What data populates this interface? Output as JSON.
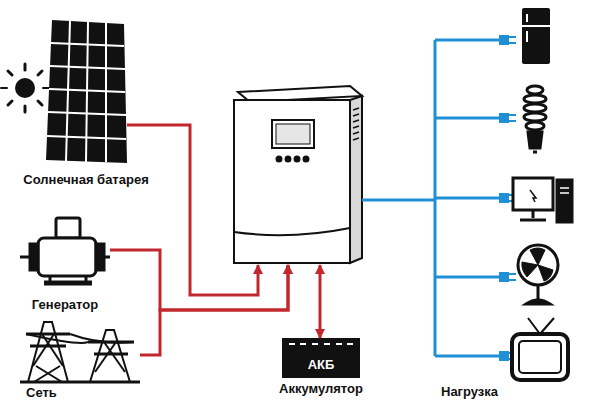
{
  "diagram": {
    "nodes": [
      {
        "text": [
          "Солнечная батарея"
        ]
      },
      {
        "text": [
          "Генератор"
        ]
      },
      {
        "text": [
          "Сеть"
        ]
      },
      {
        "text": []
      },
      {
        "text": [
          "АКБ",
          "Аккумулятор"
        ]
      },
      {
        "text": [
          "Нагрузка"
        ]
      }
    ],
    "edges": [
      {
        "from": 0,
        "to": 3,
        "arrow": "to"
      },
      {
        "from": 1,
        "to": 3,
        "arrow": "to"
      },
      {
        "from": 2,
        "to": 3,
        "arrow": "to"
      },
      {
        "from": 3,
        "to": 4,
        "arrow": "both"
      },
      {
        "from": 3,
        "to": 5,
        "arrow": "none"
      }
    ]
  }
}
